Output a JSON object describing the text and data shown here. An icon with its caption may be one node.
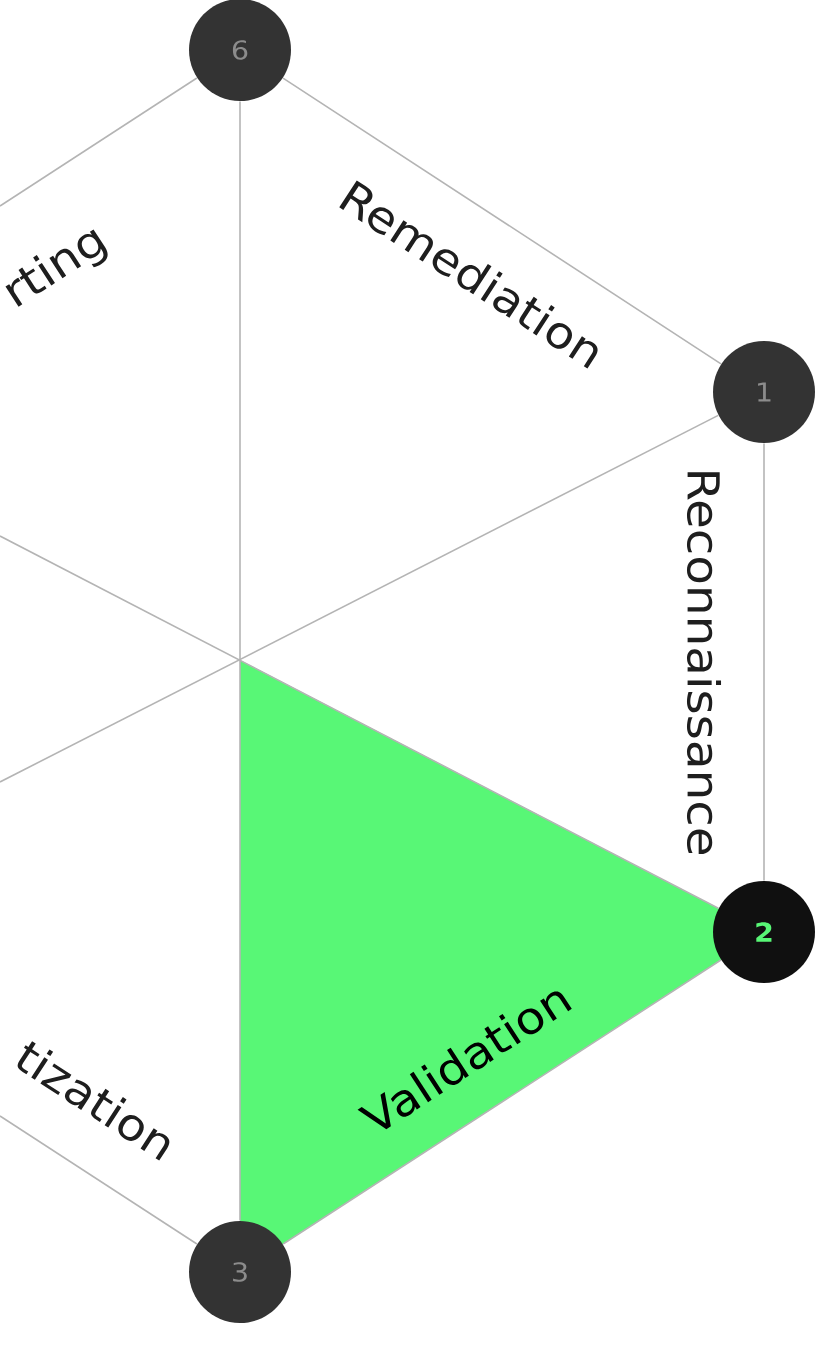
{
  "diagram": {
    "nodes": [
      {
        "text": [
          "6"
        ]
      },
      {
        "text": [
          "1"
        ]
      },
      {
        "text": [
          "2"
        ]
      },
      {
        "text": [
          "3"
        ]
      },
      {
        "text": [
          "Validation"
        ]
      }
    ],
    "edges": [
      {
        "from": 0,
        "to": 1,
        "arrow": "none"
      },
      {
        "from": 1,
        "to": 2,
        "arrow": "none"
      },
      {
        "from": 2,
        "to": 3,
        "arrow": "none"
      },
      {
        "from": 0,
        "to": null,
        "arrow": "none"
      },
      {
        "from": 3,
        "to": null,
        "arrow": "none"
      },
      {
        "from": 0,
        "to": 3,
        "arrow": "none"
      },
      {
        "from": 1,
        "to": null,
        "arrow": "none"
      },
      {
        "from": 2,
        "to": null,
        "arrow": "none"
      }
    ],
    "labels": [
      "rting",
      "Remediation",
      "Reconnaissance",
      "tization"
    ]
  }
}
